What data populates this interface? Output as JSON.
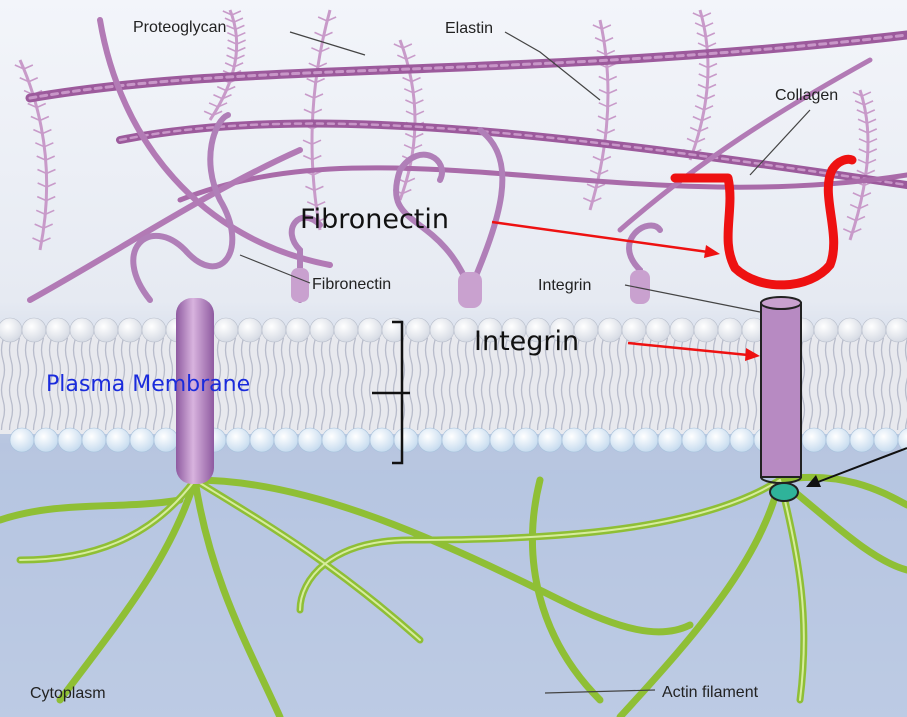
{
  "labels": {
    "proteoglycan": "Proteoglycan",
    "elastin": "Elastin",
    "collagen": "Collagen",
    "fibronectin_small": "Fibronectin",
    "integrin_small": "Integrin",
    "cytoplasm": "Cytoplasm",
    "actin_filament": "Actin filament"
  },
  "annotations": {
    "fibronectin": "Fibronectin",
    "integrin": "Integrin",
    "plasma_membrane": "Plasma Membrane"
  },
  "colors": {
    "background_top": "#eef1f7",
    "cytoplasm": "#a9b9da",
    "collagen": "#9c5a9c",
    "proteoglycan": "#b07fb8",
    "lipid_head": "#ffffff",
    "membrane_core": "#d9dde6",
    "integrin": "#b78ac2",
    "actin": "#8fbf35",
    "annotation_red": "#ee1111",
    "plasma_membrane_text": "#1a2bdc",
    "talin_dot": "#2fb39a"
  },
  "icons": {
    "fibronectin_arrow": "red-arrow-icon",
    "integrin_arrow": "red-arrow-icon",
    "cytoplasmic_arrow": "black-arrow-icon",
    "membrane_bracket": "bracket-icon"
  }
}
